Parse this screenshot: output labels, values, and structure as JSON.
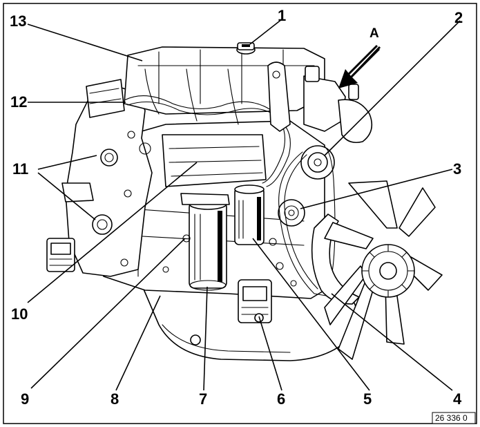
{
  "callouts": [
    {
      "id": "1",
      "text": "1"
    },
    {
      "id": "2",
      "text": "2"
    },
    {
      "id": "3",
      "text": "3"
    },
    {
      "id": "4",
      "text": "4"
    },
    {
      "id": "5",
      "text": "5"
    },
    {
      "id": "6",
      "text": "6"
    },
    {
      "id": "7",
      "text": "7"
    },
    {
      "id": "8",
      "text": "8"
    },
    {
      "id": "9",
      "text": "9"
    },
    {
      "id": "10",
      "text": "10"
    },
    {
      "id": "11",
      "text": "11"
    },
    {
      "id": "12",
      "text": "12"
    },
    {
      "id": "13",
      "text": "13"
    }
  ],
  "view_marker": {
    "text": "A"
  },
  "reference_code": "26 336 0"
}
